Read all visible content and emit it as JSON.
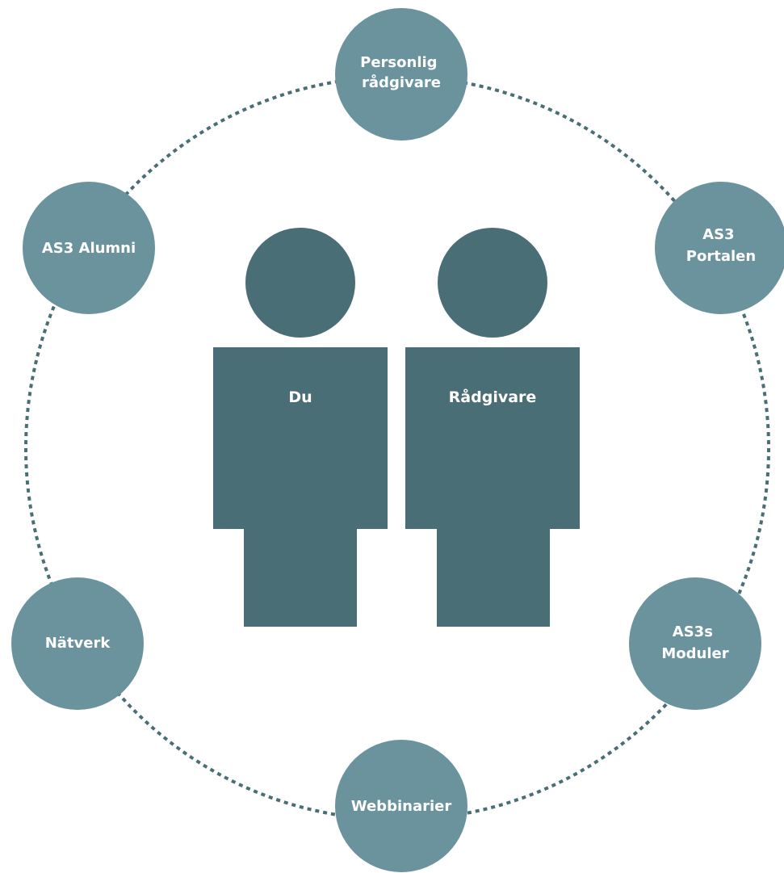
{
  "colors": {
    "node": "#6a939e",
    "person": "#4a6e75",
    "ring": "#4a6e75",
    "label": "#ffffff",
    "background": "#ffffff"
  },
  "people": [
    {
      "label": "Du"
    },
    {
      "label": "Rådgivare"
    }
  ],
  "nodes": [
    {
      "lines": [
        "Personlig",
        "rådgivare"
      ]
    },
    {
      "lines": [
        "AS3",
        "Portalen"
      ]
    },
    {
      "lines": [
        "AS3s",
        "Moduler"
      ]
    },
    {
      "lines": [
        "Webbinarier"
      ]
    },
    {
      "lines": [
        "Nätverk"
      ]
    },
    {
      "lines": [
        "AS3 Alumni"
      ]
    }
  ]
}
